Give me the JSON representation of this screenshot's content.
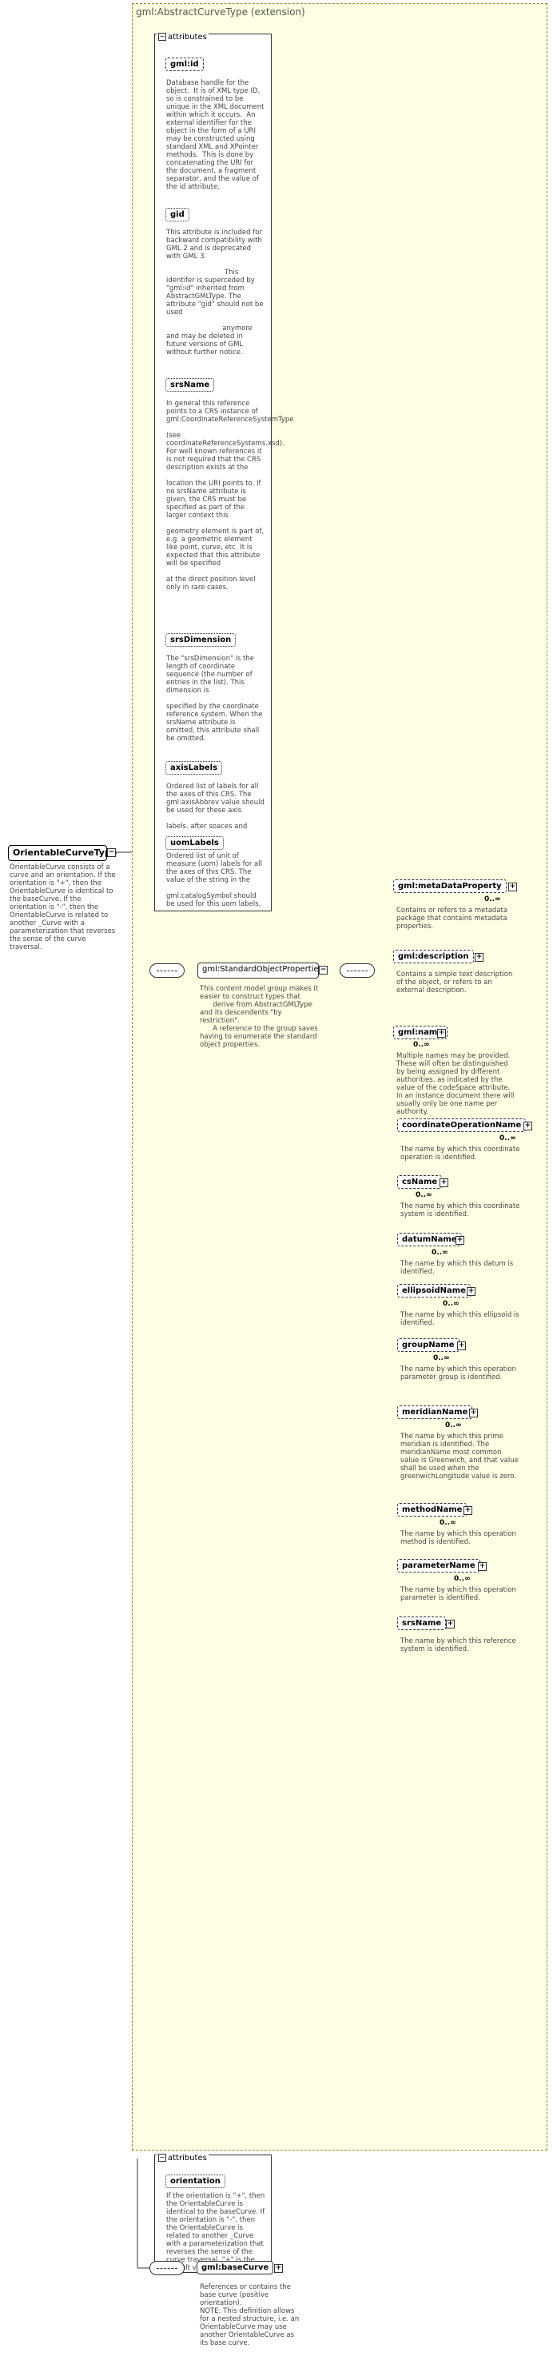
{
  "root": {
    "name": "OrientableCurveType",
    "doc": "OrientableCurve consists of a curve and an orientation. If the orientation is \"+\", then the OrientableCurve is identical to the baseCurve. If the orientation is \"-\", then the OrientableCurve is related to another _Curve with a parameterization that reverses the sense of the curve traversal."
  },
  "extension": {
    "title": "gml:AbstractCurveType",
    "subtitle": "(extension)",
    "attributes_label": "attributes",
    "attributes": [
      {
        "name": "gml:id",
        "doc": "Database handle for the object.  It is of XML type ID, so is constrained to be unique in the XML document within which it occurs.  An external identifier for the object in the form of a URI may be constructed using standard XML and XPointer methods.  This is done by concatenating the URI for the document, a fragment separator, and the value of the id attribute."
      },
      {
        "name": "gid",
        "doc": "This attribute is included for backward compatibility with GML 2 and is deprecated with GML 3.\n\n                           This\nidentifer is superceded by \"gml:id\" inherited from AbstractGMLType. The attribute \"gid\" should not be used\n\n                          anymore\nand may be deleted in future versions of GML without further notice."
      },
      {
        "name": "srsName",
        "doc": "In general this reference points to a CRS instance of gml:CoordinateReferenceSystemType\n\n(see coordinateReferenceSystems.xsd). For well known references it is not required that the CRS description exists at the\n\nlocation the URI points to. If no srsName attribute is given, the CRS must be specified as part of the larger context this\n\ngeometry element is part of, e.g. a geometric element like point, curve, etc. It is expected that this attribute will be specified\n\nat the direct position level only in rare cases."
      },
      {
        "name": "srsDimension",
        "doc": "The \"srsDimension\" is the length of coordinate sequence (the number of entries in the list). This dimension is\n\nspecified by the coordinate reference system. When the srsName attribute is omitted, this attribute shall be omitted."
      },
      {
        "name": "axisLabels",
        "doc": "Ordered list of labels for all the axes of this CRS. The gml:axisAbbrev value should be used for these axis\n\nlabels, after spaces and forbiddden characters are removed. When the srsName attribute is included, this attribute is optional.\n\nWhen the srsName attribute is omitted, this attribute shall also be omitted."
      },
      {
        "name": "uomLabels",
        "doc": "Ordered list of unit of measure (uom) labels for all the axes of this CRS. The value of the string in the\n\ngml:catalogSymbol should be used for this uom labels, after spaces and forbiddden characters are removed. When the\n\naxisLabels attribute is included, this attribute shall also be included. When the axisLabels attribute is omitted, this attribute\n\nshall also be omitted."
      }
    ],
    "group": {
      "name": "gml:StandardObjectProperties",
      "doc": "This content model group makes it easier to construct types that\n      derive from AbstractGMLType and its descendents \"by restriction\".\n      A reference to the group saves having to enumerate the standard object properties."
    },
    "elements": [
      {
        "name": "gml:metaDataProperty",
        "mult": "0..∞",
        "doc": "Contains or refers to a metadata package that contains metadata properties."
      },
      {
        "name": "gml:description",
        "mult": "",
        "doc": "Contains a simple text description of the object, or refers to an external description."
      },
      {
        "name": "gml:name",
        "mult": "0..∞",
        "doc": "Multiple names may be provided.  These will often be distinguished by being assigned by different authorities, as indicated by the value of the codeSpace attribute.  In an instance document there will usually only be one name per authority."
      },
      {
        "name": "coordinateOperationName",
        "mult": "0..∞",
        "doc": "The name by which this coordinate operation is identified."
      },
      {
        "name": "csName",
        "mult": "0..∞",
        "doc": "The name by which this coordinate system is identified."
      },
      {
        "name": "datumName",
        "mult": "0..∞",
        "doc": "The name by which this datum is identified."
      },
      {
        "name": "ellipsoidName",
        "mult": "0..∞",
        "doc": "The name by which this ellipsoid is identified."
      },
      {
        "name": "groupName",
        "mult": "0..∞",
        "doc": "The name by which this operation parameter group is identified."
      },
      {
        "name": "meridianName",
        "mult": "0..∞",
        "doc": "The name by which this prime meridian is identified. The meridianName most common value is Greenwich, and that value shall be used when the greenwichLongitude value is zero."
      },
      {
        "name": "methodName",
        "mult": "0..∞",
        "doc": "The name by which this operation method is identified."
      },
      {
        "name": "parameterName",
        "mult": "0..∞",
        "doc": "The name by which this operation parameter is identified."
      },
      {
        "name": "srsName",
        "mult": "",
        "doc": "The name by which this reference system is identified."
      }
    ]
  },
  "own_attributes": {
    "label": "attributes",
    "orientation": {
      "name": "orientation",
      "doc": "If the orientation is \"+\", then the OrientableCurve is identical to the baseCurve. If the orientation is \"-\", then the OrientableCurve is related to another _Curve with a parameterization that reverses the sense of the curve traversal. \"+\" is the default value."
    }
  },
  "baseCurve": {
    "name": "gml:baseCurve",
    "doc": "References or contains the base curve (positive orientation).\nNOTE: This definition allows for a nested structure, i.e. an OrientableCurve may use another OrientableCurve as its base curve."
  }
}
